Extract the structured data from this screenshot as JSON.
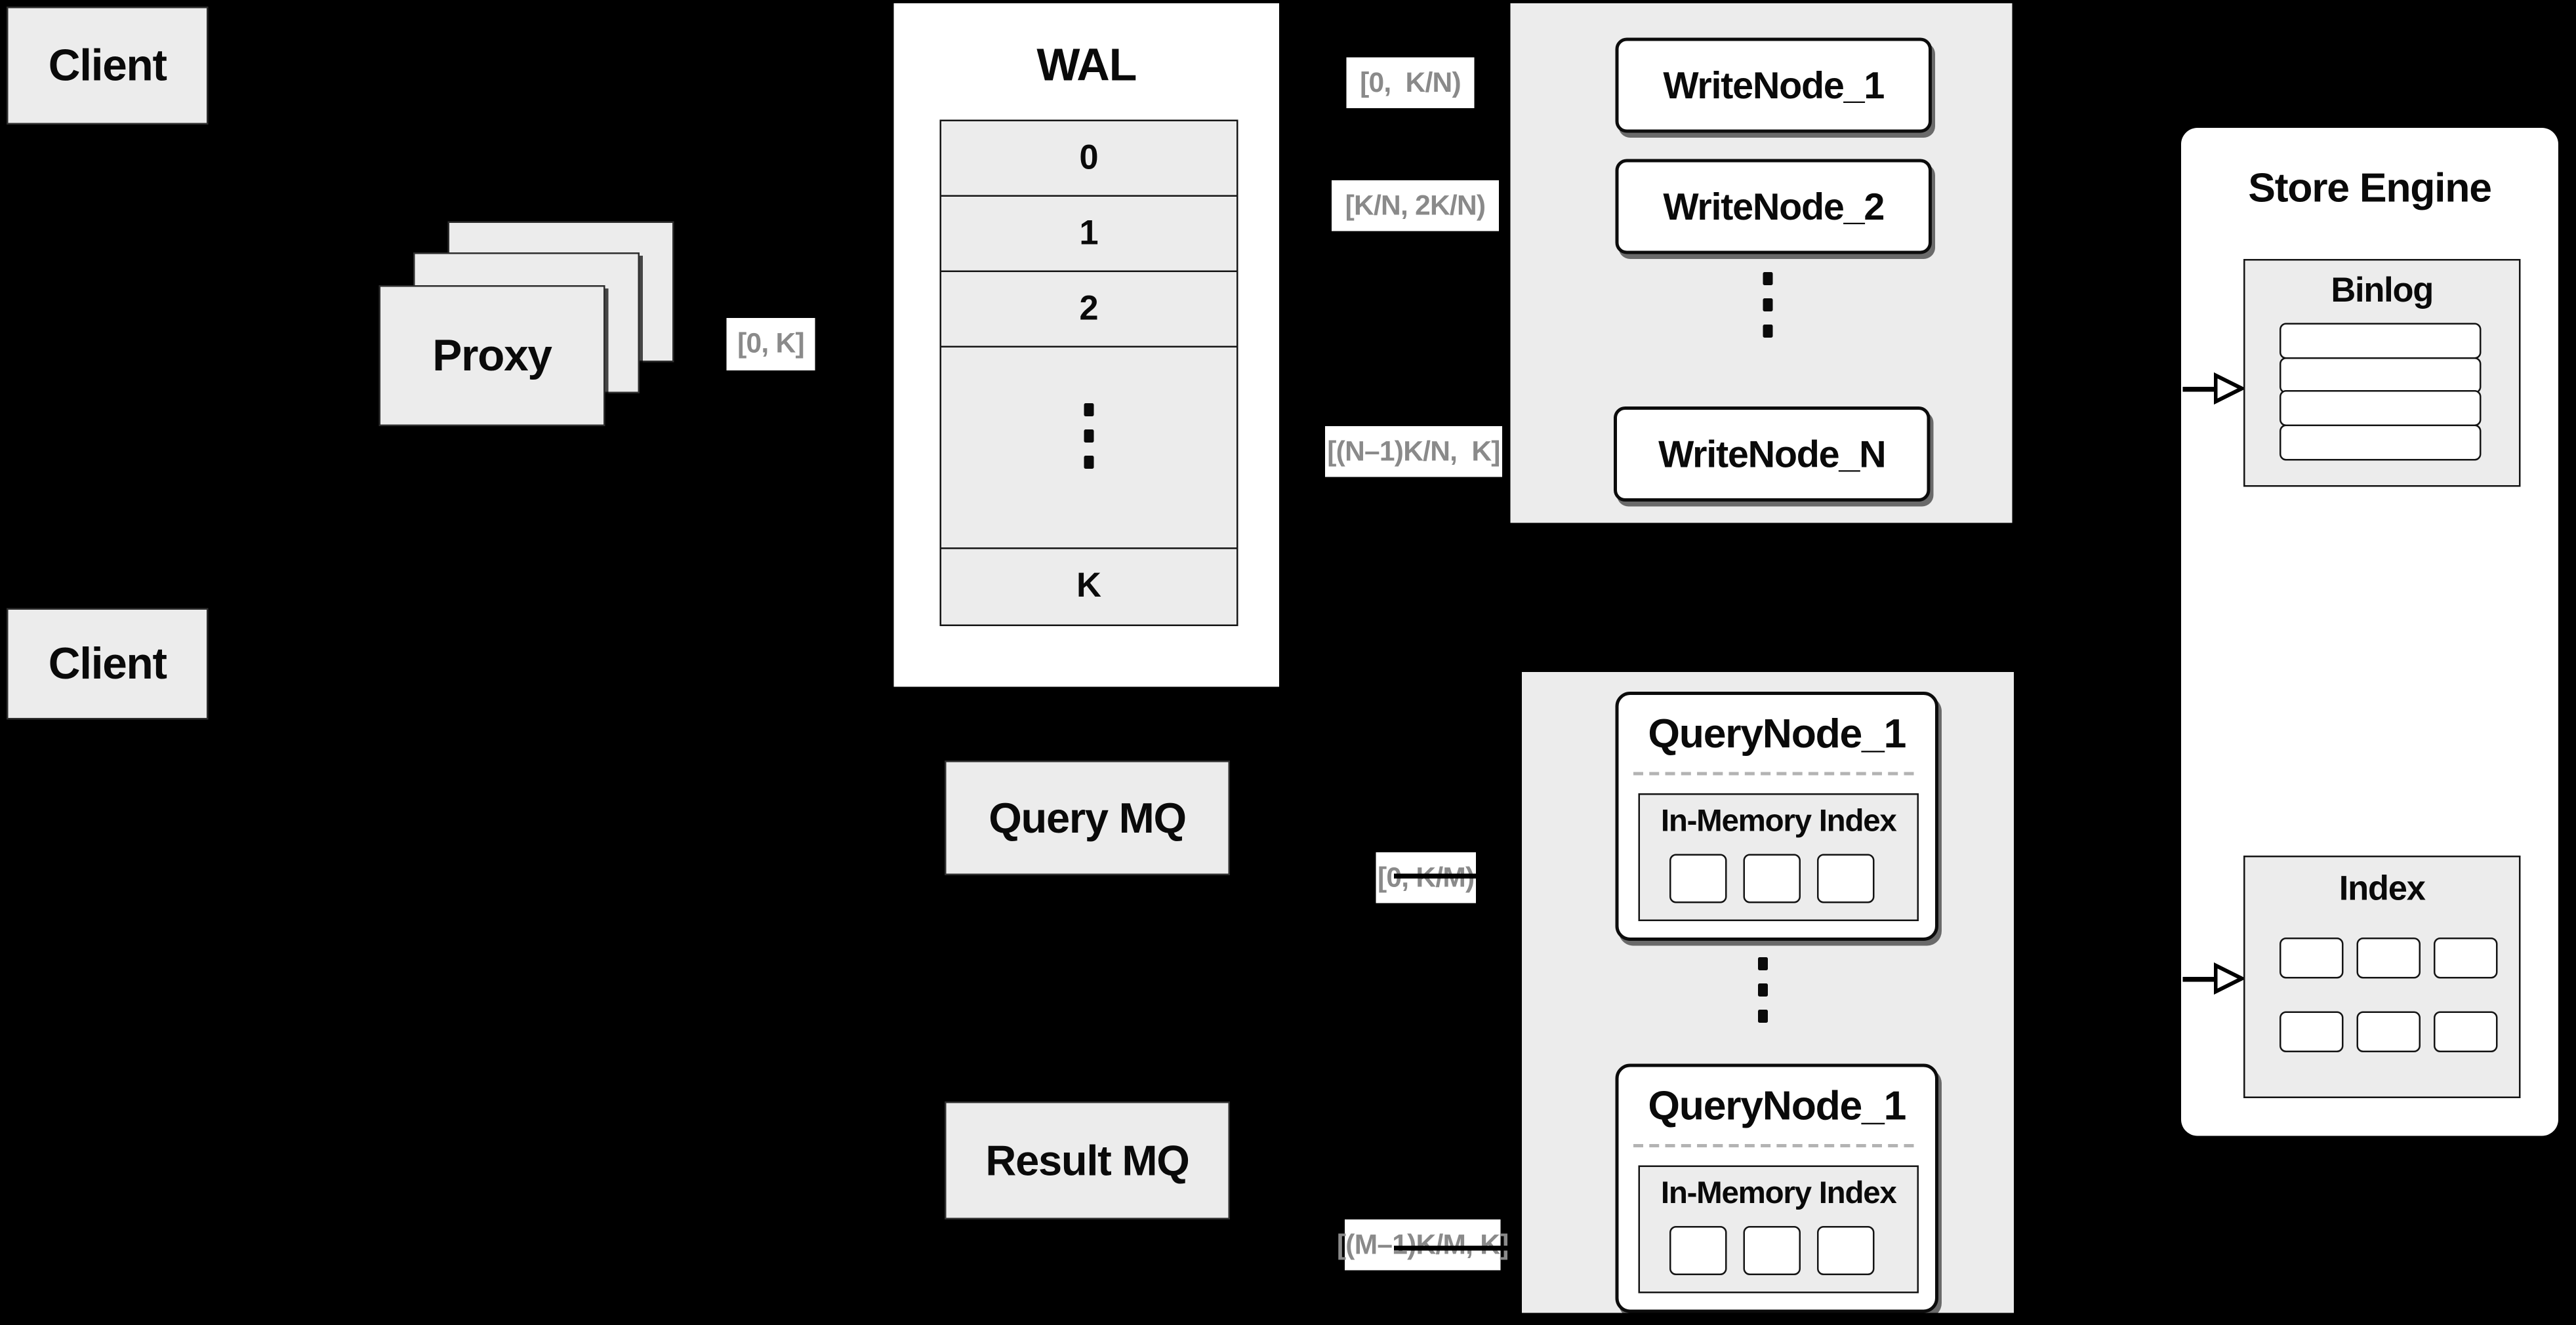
{
  "window": {
    "background": "#000000"
  },
  "colors": {
    "panel_gray": "#ececec",
    "box_white": "#ffffff",
    "line_black": "#000000",
    "range_text_gray": "#8a8a8a",
    "dashed_divider": "#b3b3b3"
  },
  "clients": {
    "top": "Client",
    "bottom": "Client"
  },
  "proxy": {
    "label": "Proxy",
    "range": "[0, K]"
  },
  "wal": {
    "title": "WAL",
    "cells": [
      "0",
      "1",
      "2"
    ],
    "last_cell": "K"
  },
  "write": {
    "ranges": [
      "[0,  K/N)",
      "[K/N, 2K/N)",
      "[(N–1)K/N,  K]"
    ],
    "nodes": [
      "WriteNode_1",
      "WriteNode_2",
      "WriteNode_N"
    ]
  },
  "store": {
    "title": "Store Engine",
    "binlog": "Binlog",
    "index": "Index"
  },
  "mq": {
    "query": "Query MQ",
    "result": "Result MQ"
  },
  "query": {
    "ranges": [
      "[0, K/M)",
      "[(M–1)K/M, K]"
    ],
    "nodes": [
      {
        "title": "QueryNode_1",
        "inner": "In-Memory Index"
      },
      {
        "title": "QueryNode_1",
        "inner": "In-Memory Index"
      }
    ]
  }
}
